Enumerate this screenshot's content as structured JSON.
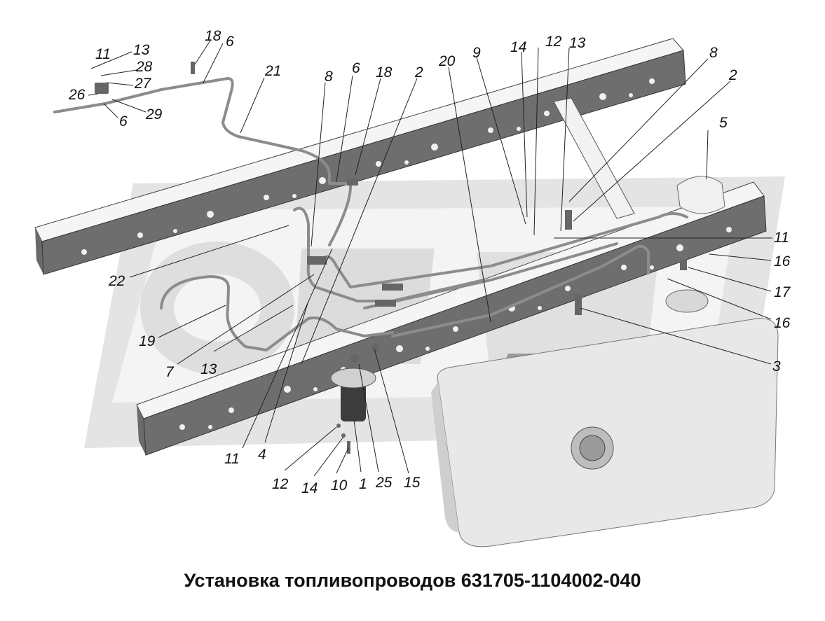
{
  "caption": "Установка топливопроводов 631705-1104002-040",
  "callouts": [
    {
      "id": "c-18a",
      "text": "18"
    },
    {
      "id": "c-6a",
      "text": "6"
    },
    {
      "id": "c-11a",
      "text": "11"
    },
    {
      "id": "c-13a",
      "text": "13"
    },
    {
      "id": "c-28",
      "text": "28"
    },
    {
      "id": "c-27",
      "text": "27"
    },
    {
      "id": "c-26",
      "text": "26"
    },
    {
      "id": "c-29",
      "text": "29"
    },
    {
      "id": "c-6b",
      "text": "6"
    },
    {
      "id": "c-21",
      "text": "21"
    },
    {
      "id": "c-8a",
      "text": "8"
    },
    {
      "id": "c-6c",
      "text": "6"
    },
    {
      "id": "c-18b",
      "text": "18"
    },
    {
      "id": "c-2a",
      "text": "2"
    },
    {
      "id": "c-20",
      "text": "20"
    },
    {
      "id": "c-9",
      "text": "9"
    },
    {
      "id": "c-14a",
      "text": "14"
    },
    {
      "id": "c-12a",
      "text": "12"
    },
    {
      "id": "c-13b",
      "text": "13"
    },
    {
      "id": "c-8b",
      "text": "8"
    },
    {
      "id": "c-2b",
      "text": "2"
    },
    {
      "id": "c-5",
      "text": "5"
    },
    {
      "id": "c-11b",
      "text": "11"
    },
    {
      "id": "c-16a",
      "text": "16"
    },
    {
      "id": "c-17",
      "text": "17"
    },
    {
      "id": "c-16b",
      "text": "16"
    },
    {
      "id": "c-3",
      "text": "3"
    },
    {
      "id": "c-22",
      "text": "22"
    },
    {
      "id": "c-19",
      "text": "19"
    },
    {
      "id": "c-7",
      "text": "7"
    },
    {
      "id": "c-13c",
      "text": "13"
    },
    {
      "id": "c-11c",
      "text": "11"
    },
    {
      "id": "c-4",
      "text": "4"
    },
    {
      "id": "c-12b",
      "text": "12"
    },
    {
      "id": "c-14b",
      "text": "14"
    },
    {
      "id": "c-10",
      "text": "10"
    },
    {
      "id": "c-1",
      "text": "1"
    },
    {
      "id": "c-25",
      "text": "25"
    },
    {
      "id": "c-15",
      "text": "15"
    }
  ],
  "colors": {
    "background": "#ffffff",
    "watermark": "#d9d9d9",
    "frame_face": "#f3f3f3",
    "frame_side": "#5c5c5c",
    "tank": "#e6e6e6",
    "pipe": "#8c8c8c",
    "text": "#111111"
  }
}
